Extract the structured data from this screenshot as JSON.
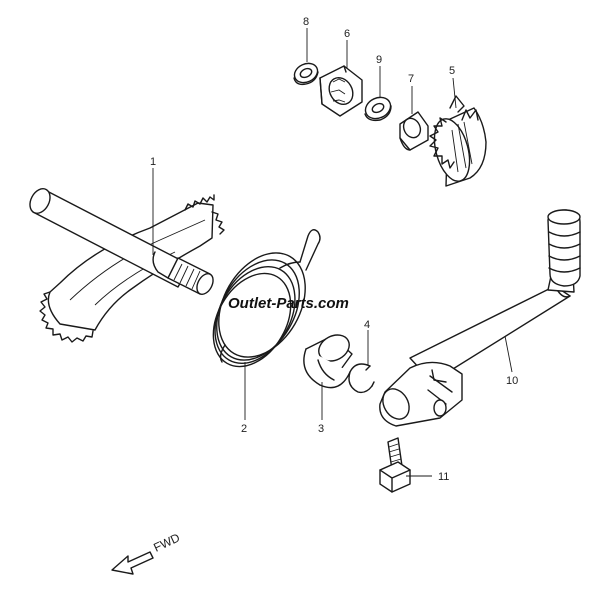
{
  "watermark": "Outlet-Parts.com",
  "direction_label": "FWD",
  "callouts": [
    {
      "id": "1",
      "label": "1"
    },
    {
      "id": "2",
      "label": "2"
    },
    {
      "id": "3",
      "label": "3"
    },
    {
      "id": "4",
      "label": "4"
    },
    {
      "id": "5",
      "label": "5"
    },
    {
      "id": "6",
      "label": "6"
    },
    {
      "id": "7",
      "label": "7"
    },
    {
      "id": "8",
      "label": "8"
    },
    {
      "id": "9",
      "label": "9"
    },
    {
      "id": "10",
      "label": "10"
    },
    {
      "id": "11",
      "label": "11"
    }
  ]
}
